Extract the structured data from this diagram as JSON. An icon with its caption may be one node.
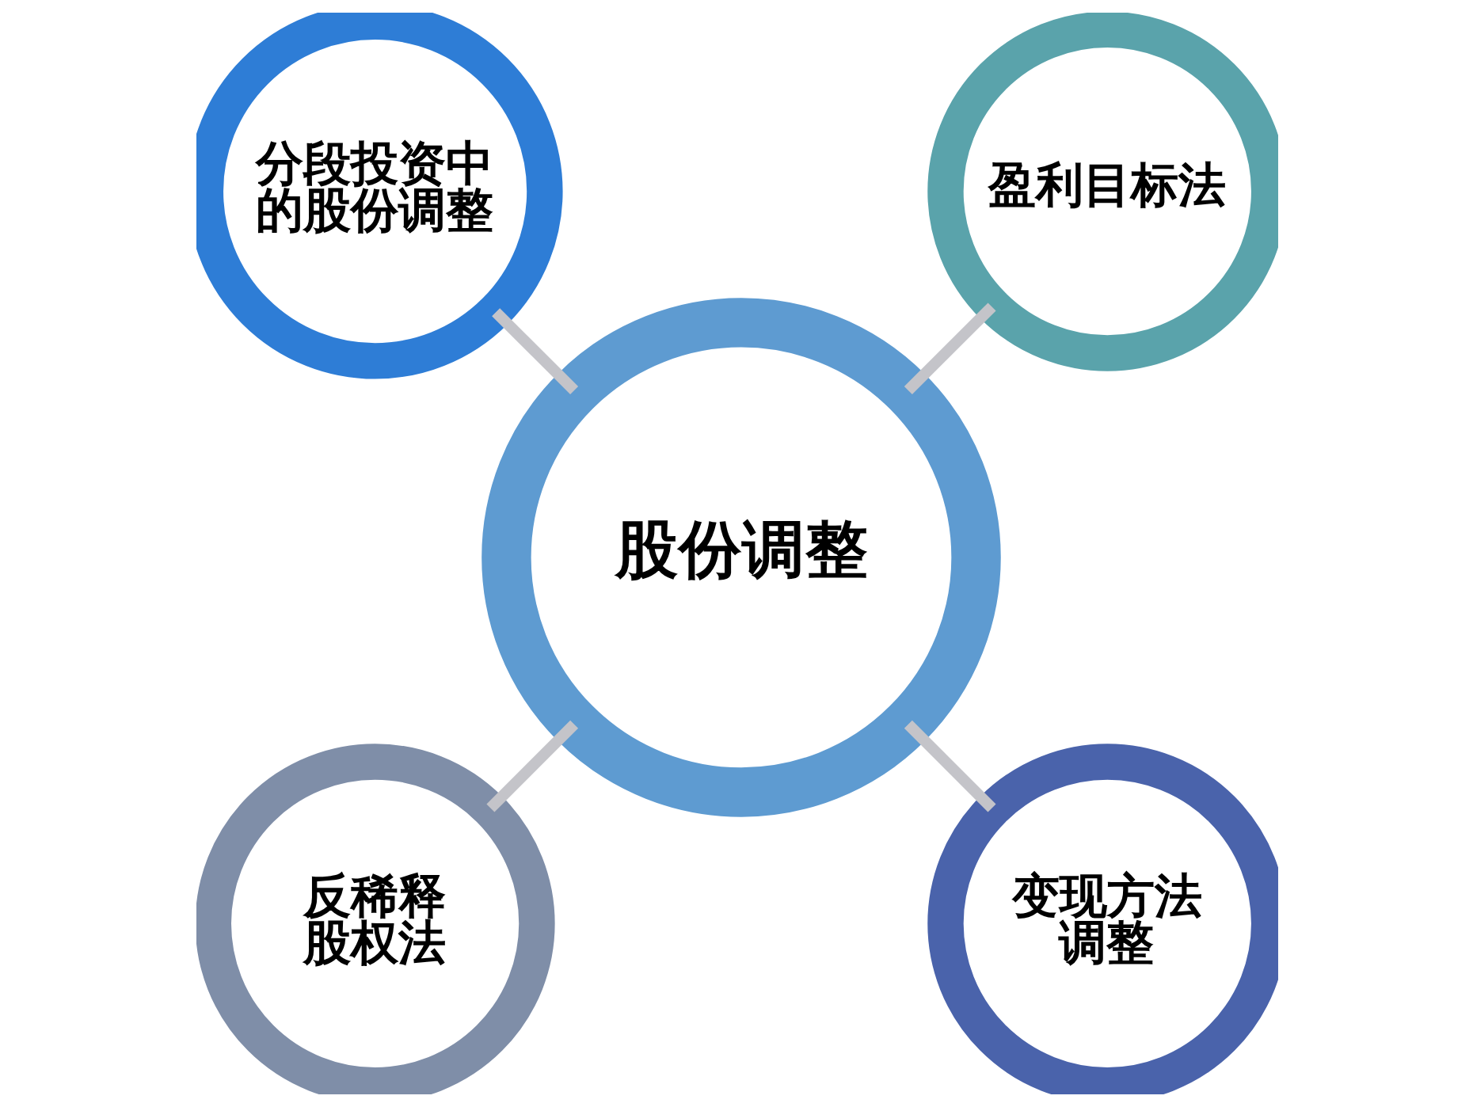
{
  "diagram": {
    "nodes": [
      {
        "text": [
          "股份调整"
        ]
      },
      {
        "text": [
          "分段投资中的股份调整"
        ]
      },
      {
        "text": [
          "盈利目标法"
        ]
      },
      {
        "text": [
          "反稀释股权法"
        ]
      },
      {
        "text": [
          "变现方法调整"
        ]
      }
    ],
    "edges": [
      {
        "from": 0,
        "to": 1,
        "arrow": "none"
      },
      {
        "from": 0,
        "to": 2,
        "arrow": "none"
      },
      {
        "from": 0,
        "to": 3,
        "arrow": "none"
      },
      {
        "from": 0,
        "to": 4,
        "arrow": "none"
      }
    ]
  }
}
